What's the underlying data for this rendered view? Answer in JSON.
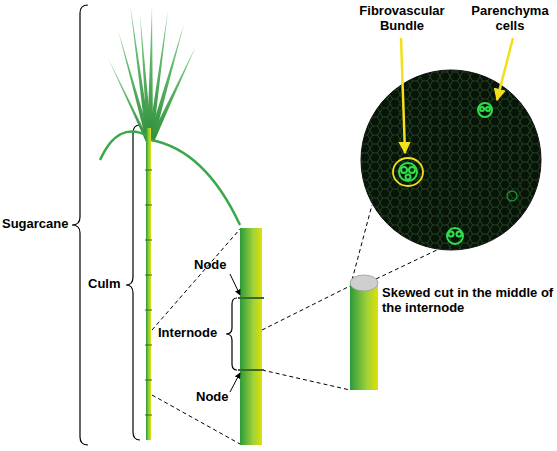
{
  "diagram": {
    "labels": [
      "Sugarcane",
      "Culm",
      "Node",
      "Internode",
      "Node",
      "Fibrovascular Bundle",
      "Parenchyma cells",
      "Skewed cut in the middle of the internode"
    ]
  }
}
